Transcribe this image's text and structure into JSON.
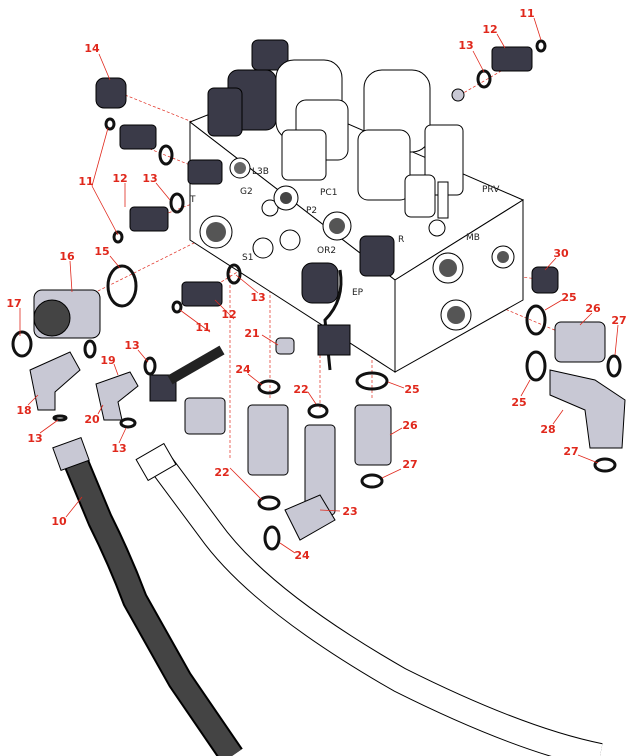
{
  "diagram": {
    "callouts": [
      "11",
      "12",
      "13",
      "14",
      "11",
      "12",
      "13",
      "15",
      "16",
      "17",
      "12",
      "11",
      "13",
      "30",
      "25",
      "26",
      "27",
      "25",
      "21",
      "13",
      "19",
      "18",
      "20",
      "13",
      "13",
      "24",
      "22",
      "25",
      "26",
      "27",
      "28",
      "27",
      "22",
      "23",
      "24",
      "10"
    ],
    "port_labels": [
      "T",
      "L3B",
      "G2",
      "PC1",
      "P2",
      "PRV",
      "S1",
      "OR2",
      "R",
      "MB",
      "EP"
    ],
    "colors": {
      "callout": "#e0281c",
      "part_dark": "#3a3a48"
    }
  }
}
